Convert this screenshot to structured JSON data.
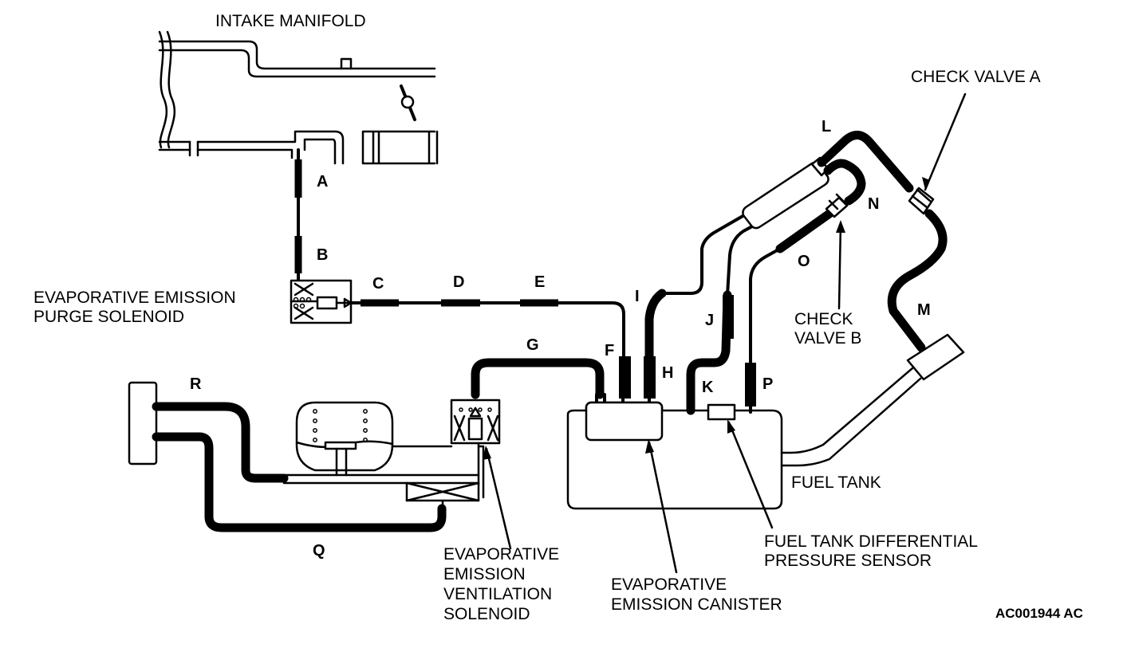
{
  "labels": {
    "intake_manifold": "INTAKE MANIFOLD",
    "check_valve_a": "CHECK VALVE A",
    "purge_solenoid_1": "EVAPORATIVE EMISSION",
    "purge_solenoid_2": "PURGE SOLENOID",
    "check_valve_b_1": "CHECK",
    "check_valve_b_2": "VALVE B",
    "fuel_tank": "FUEL TANK",
    "pressure_sensor_1": "FUEL TANK DIFFERENTIAL",
    "pressure_sensor_2": "PRESSURE SENSOR",
    "ventilation_1": "EVAPORATIVE",
    "ventilation_2": "EMISSION",
    "ventilation_3": "VENTILATION",
    "ventilation_4": "SOLENOID",
    "canister_1": "EVAPORATIVE",
    "canister_2": "EMISSION CANISTER",
    "figure_code": "AC001944 AC"
  },
  "hose_letters": {
    "A": "A",
    "B": "B",
    "C": "C",
    "D": "D",
    "E": "E",
    "F": "F",
    "G": "G",
    "H": "H",
    "I": "I",
    "J": "J",
    "K": "K",
    "L": "L",
    "M": "M",
    "N": "N",
    "O": "O",
    "P": "P",
    "Q": "Q",
    "R": "R"
  }
}
